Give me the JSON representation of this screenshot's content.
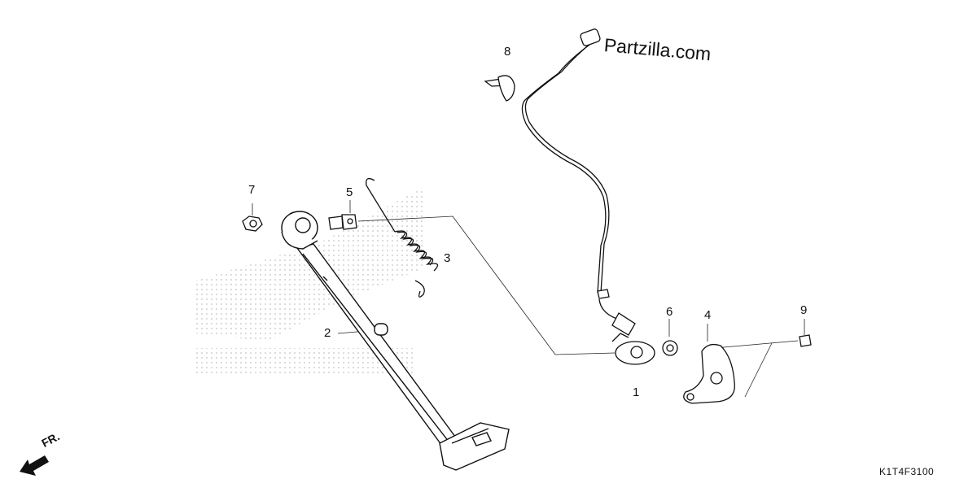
{
  "watermark": "Partzilla.com",
  "diagram_code": "K1T4F3100",
  "direction_label": "FR.",
  "callouts": [
    {
      "id": "1",
      "text": "1"
    },
    {
      "id": "2",
      "text": "2"
    },
    {
      "id": "3",
      "text": "3"
    },
    {
      "id": "4",
      "text": "4"
    },
    {
      "id": "5",
      "text": "5"
    },
    {
      "id": "6",
      "text": "6"
    },
    {
      "id": "7",
      "text": "7"
    },
    {
      "id": "8",
      "text": "8"
    },
    {
      "id": "9",
      "text": "9"
    }
  ]
}
